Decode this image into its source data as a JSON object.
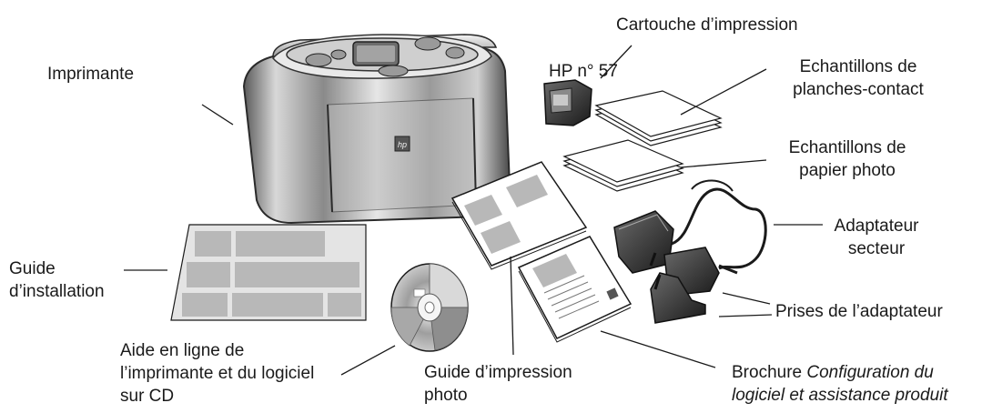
{
  "labels": {
    "printer": "Imprimante",
    "cartridge": "Cartouche d’impression",
    "cartridge_model": "HP n° 57",
    "contact_sheets": [
      "Echantillons de",
      "planches-contact"
    ],
    "photo_paper": [
      "Echantillons de",
      "papier photo"
    ],
    "adapter": [
      "Adaptateur",
      "secteur"
    ],
    "plugs": "Prises de l’adaptateur",
    "setup_guide": [
      "Guide",
      "d’installation"
    ],
    "online_help": [
      "Aide en ligne de",
      "l’imprimante et du logiciel",
      "sur CD"
    ],
    "print_guide": [
      "Guide d’impression",
      "photo"
    ],
    "brochure_prefix": "Brochure ",
    "brochure_title_1": "Configuration du",
    "brochure_title_2": "logiciel et assistance produit"
  },
  "printer_logo": "hp",
  "colors": {
    "ink": "#1a1a1a",
    "placeholder_gray": "#b8b8b8"
  }
}
